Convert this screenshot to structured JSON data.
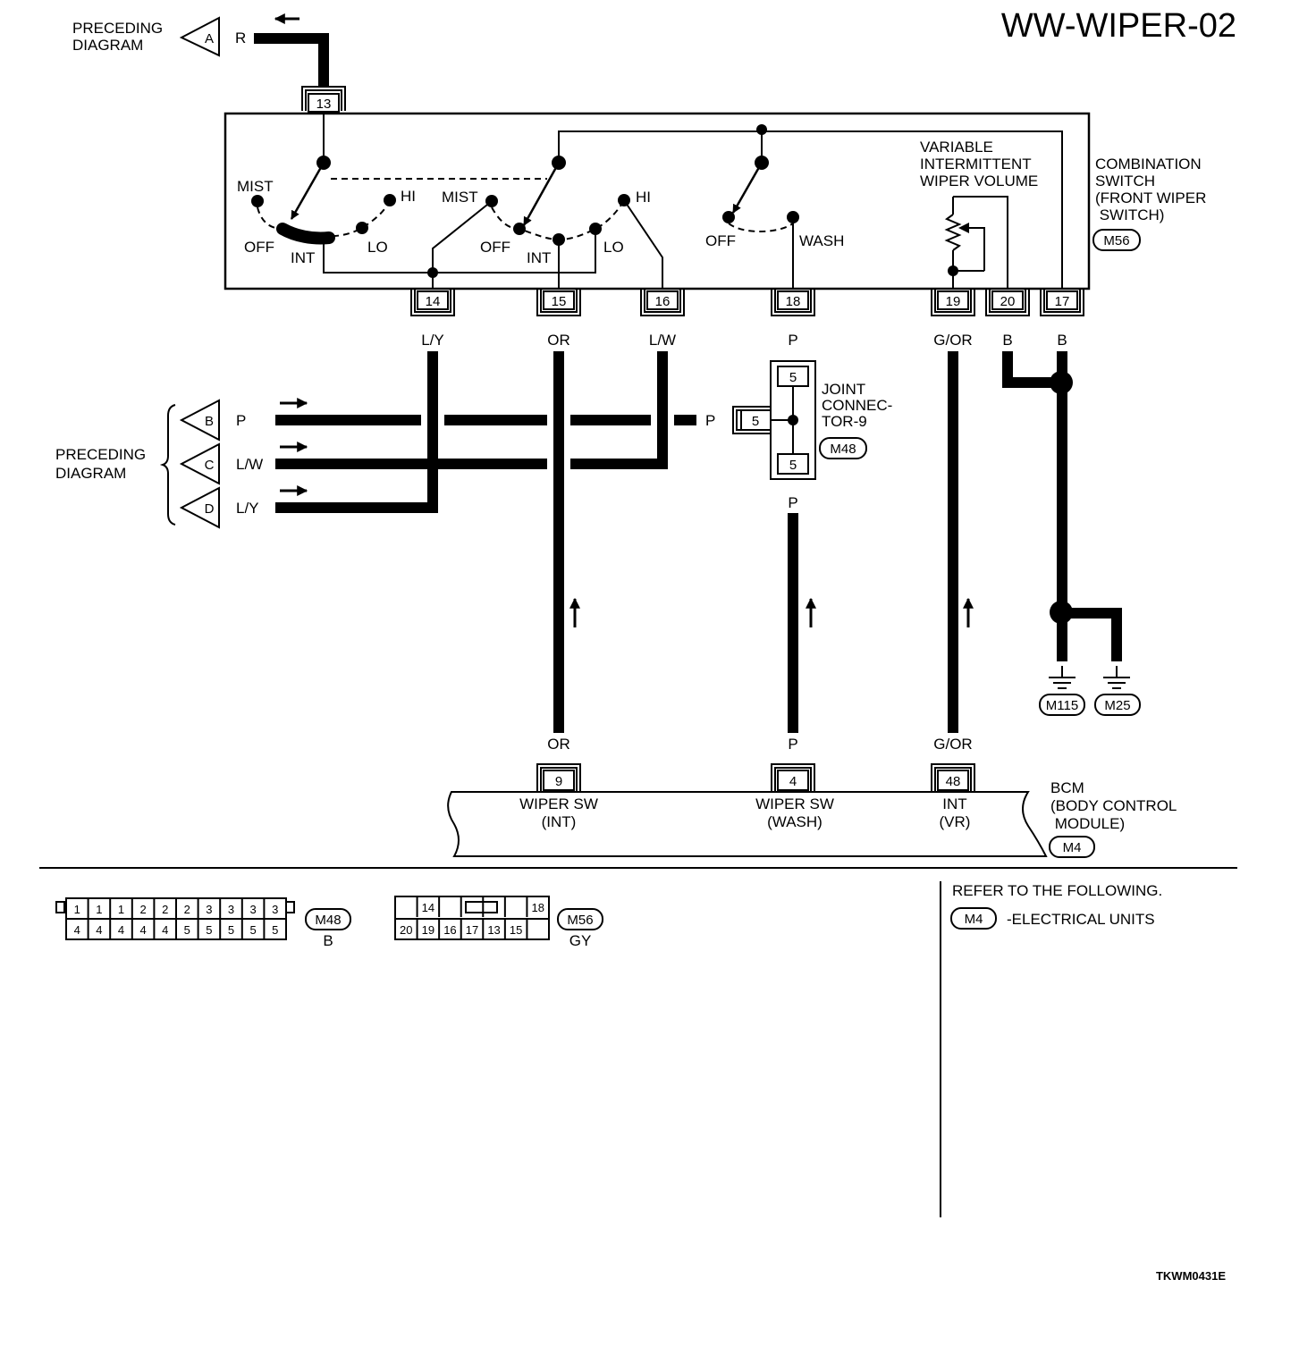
{
  "title": "WW-WIPER-02",
  "figure_code": "TKWM0431E",
  "preceding_diagram": "PRECEDING\nDIAGRAM",
  "connectors_in": [
    {
      "letter": "A",
      "wire": "R"
    },
    {
      "letter": "B",
      "wire": "P"
    },
    {
      "letter": "C",
      "wire": "L/W"
    },
    {
      "letter": "D",
      "wire": "L/Y"
    }
  ],
  "combination_switch": {
    "name": "COMBINATION\nSWITCH\n(FRONT WIPER\n SWITCH)",
    "connector": "M56",
    "input_terminal": "13",
    "input_wire": "R",
    "positions": [
      "MIST",
      "HI",
      "OFF",
      "INT",
      "LO",
      "WASH"
    ],
    "volume_label": "VARIABLE\nINTERMITTENT\nWIPER VOLUME",
    "terminals": [
      {
        "no": "14",
        "wire": "L/Y"
      },
      {
        "no": "15",
        "wire": "OR"
      },
      {
        "no": "16",
        "wire": "L/W"
      },
      {
        "no": "18",
        "wire": "P"
      },
      {
        "no": "19",
        "wire": "G/OR"
      },
      {
        "no": "20",
        "wire": "B"
      },
      {
        "no": "17",
        "wire": "B"
      }
    ]
  },
  "joint_connector": {
    "name": "JOINT\nCONNEC-\nTOR-9",
    "connector": "M48",
    "pin": "5",
    "wire": "P"
  },
  "grounds": [
    {
      "wire": "B",
      "code": "M115"
    },
    {
      "wire": "B",
      "code": "M25"
    }
  ],
  "bcm": {
    "name": "BCM\n(BODY CONTROL\n MODULE)",
    "connector": "M4",
    "pins": [
      {
        "no": "9",
        "wire": "OR",
        "label": "WIPER SW\n(INT)"
      },
      {
        "no": "4",
        "wire": "P",
        "label": "WIPER SW\n(WASH)"
      },
      {
        "no": "48",
        "wire": "G/OR",
        "label": "INT\n(VR)"
      }
    ]
  },
  "connector_faces": [
    {
      "code": "M48",
      "color": "B",
      "top": [
        "1",
        "1",
        "1",
        "2",
        "2",
        "2",
        "3",
        "3",
        "3",
        "3"
      ],
      "bottom": [
        "4",
        "4",
        "4",
        "4",
        "4",
        "5",
        "5",
        "5",
        "5",
        "5"
      ]
    },
    {
      "code": "M56",
      "color": "GY",
      "top": [
        "",
        "14",
        "",
        "",
        "",
        "",
        "18"
      ],
      "bottom": [
        "20",
        "19",
        "16",
        "17",
        "13",
        "15",
        ""
      ]
    }
  ],
  "reference": {
    "heading": "REFER TO THE FOLLOWING.",
    "code": "M4",
    "text": "-ELECTRICAL UNITS"
  }
}
